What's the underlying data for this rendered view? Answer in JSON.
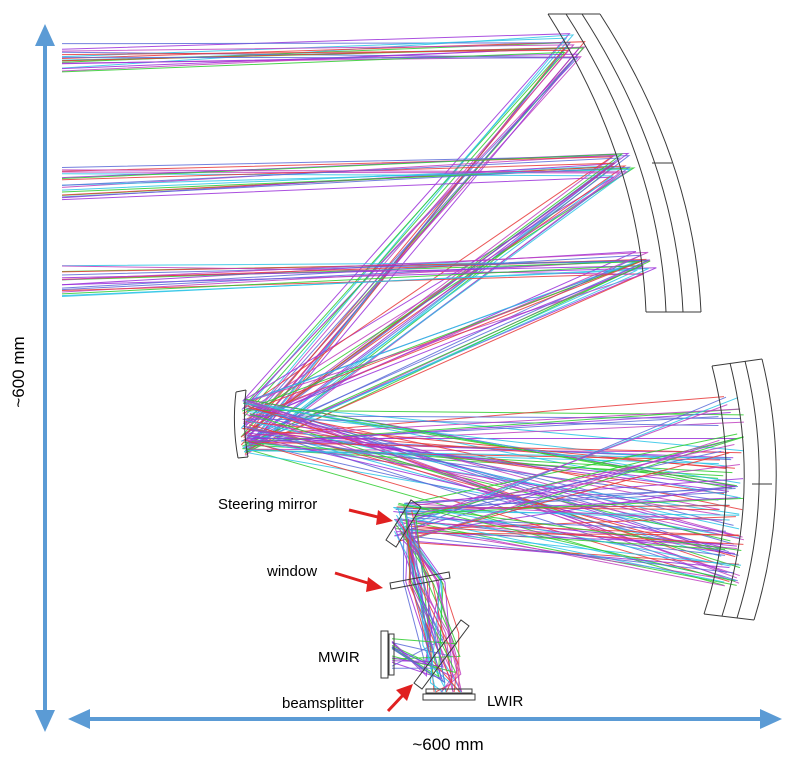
{
  "dimensions": {
    "vertical_label": "~600 mm",
    "horizontal_label": "~600 mm",
    "arrow_color": "#5b9bd5"
  },
  "labels": {
    "steering_mirror": "Steering mirror",
    "window": "window",
    "mwir": "MWIR",
    "beamsplitter": "beamsplitter",
    "lwir": "LWIR"
  },
  "pointer_color": "#e02020",
  "ray_colors": [
    "#9b30d9",
    "#2bc4e6",
    "#2ecc2e",
    "#e83a3a",
    "#5b6bd8",
    "#c040c0"
  ]
}
